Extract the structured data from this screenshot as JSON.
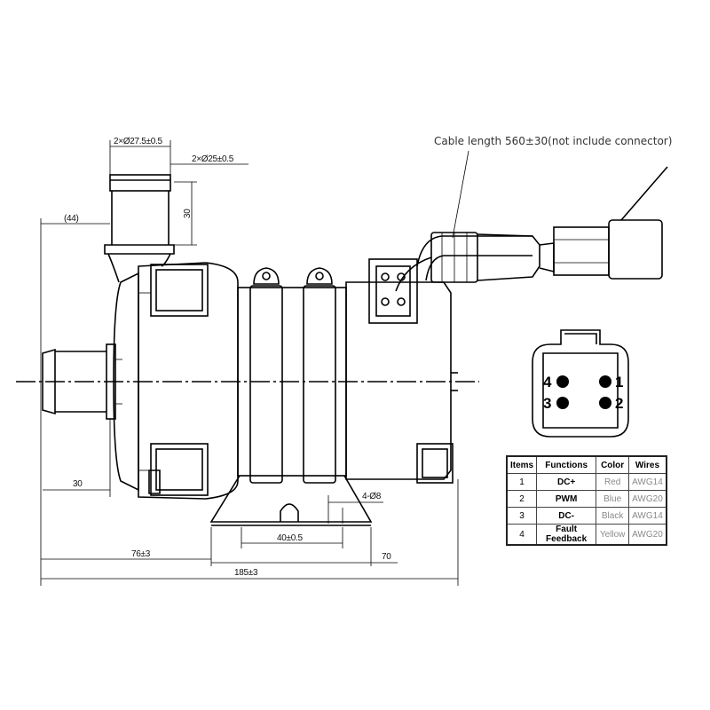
{
  "dimensions": {
    "inlet_dia": "2×Ø27.5±0.5",
    "outlet_dia": "2×Ø25±0.5",
    "nozzle_length": "30",
    "overall_ref": "(44)",
    "inlet_length": "30",
    "mount_offset": "76±3",
    "hole_spacing": "40±0.5",
    "hole_dia": "4-Ø8",
    "mount_width": "70",
    "total_length": "185±3"
  },
  "cable": {
    "label": "Cable length 560±30(not include connector)"
  },
  "connector": {
    "pins": [
      "1",
      "2",
      "3",
      "4"
    ]
  },
  "pin_table": {
    "headers": [
      "Items",
      "Functions",
      "Color",
      "Wires"
    ],
    "rows": [
      {
        "item": "1",
        "function": "DC+",
        "color": "Red",
        "wire": "AWG14"
      },
      {
        "item": "2",
        "function": "PWM",
        "color": "Blue",
        "wire": "AWG20"
      },
      {
        "item": "3",
        "function": "DC-",
        "color": "Black",
        "wire": "AWG14"
      },
      {
        "item": "4",
        "function": "Fault Feedback",
        "color": "Yellow",
        "wire": "AWG20"
      }
    ]
  }
}
